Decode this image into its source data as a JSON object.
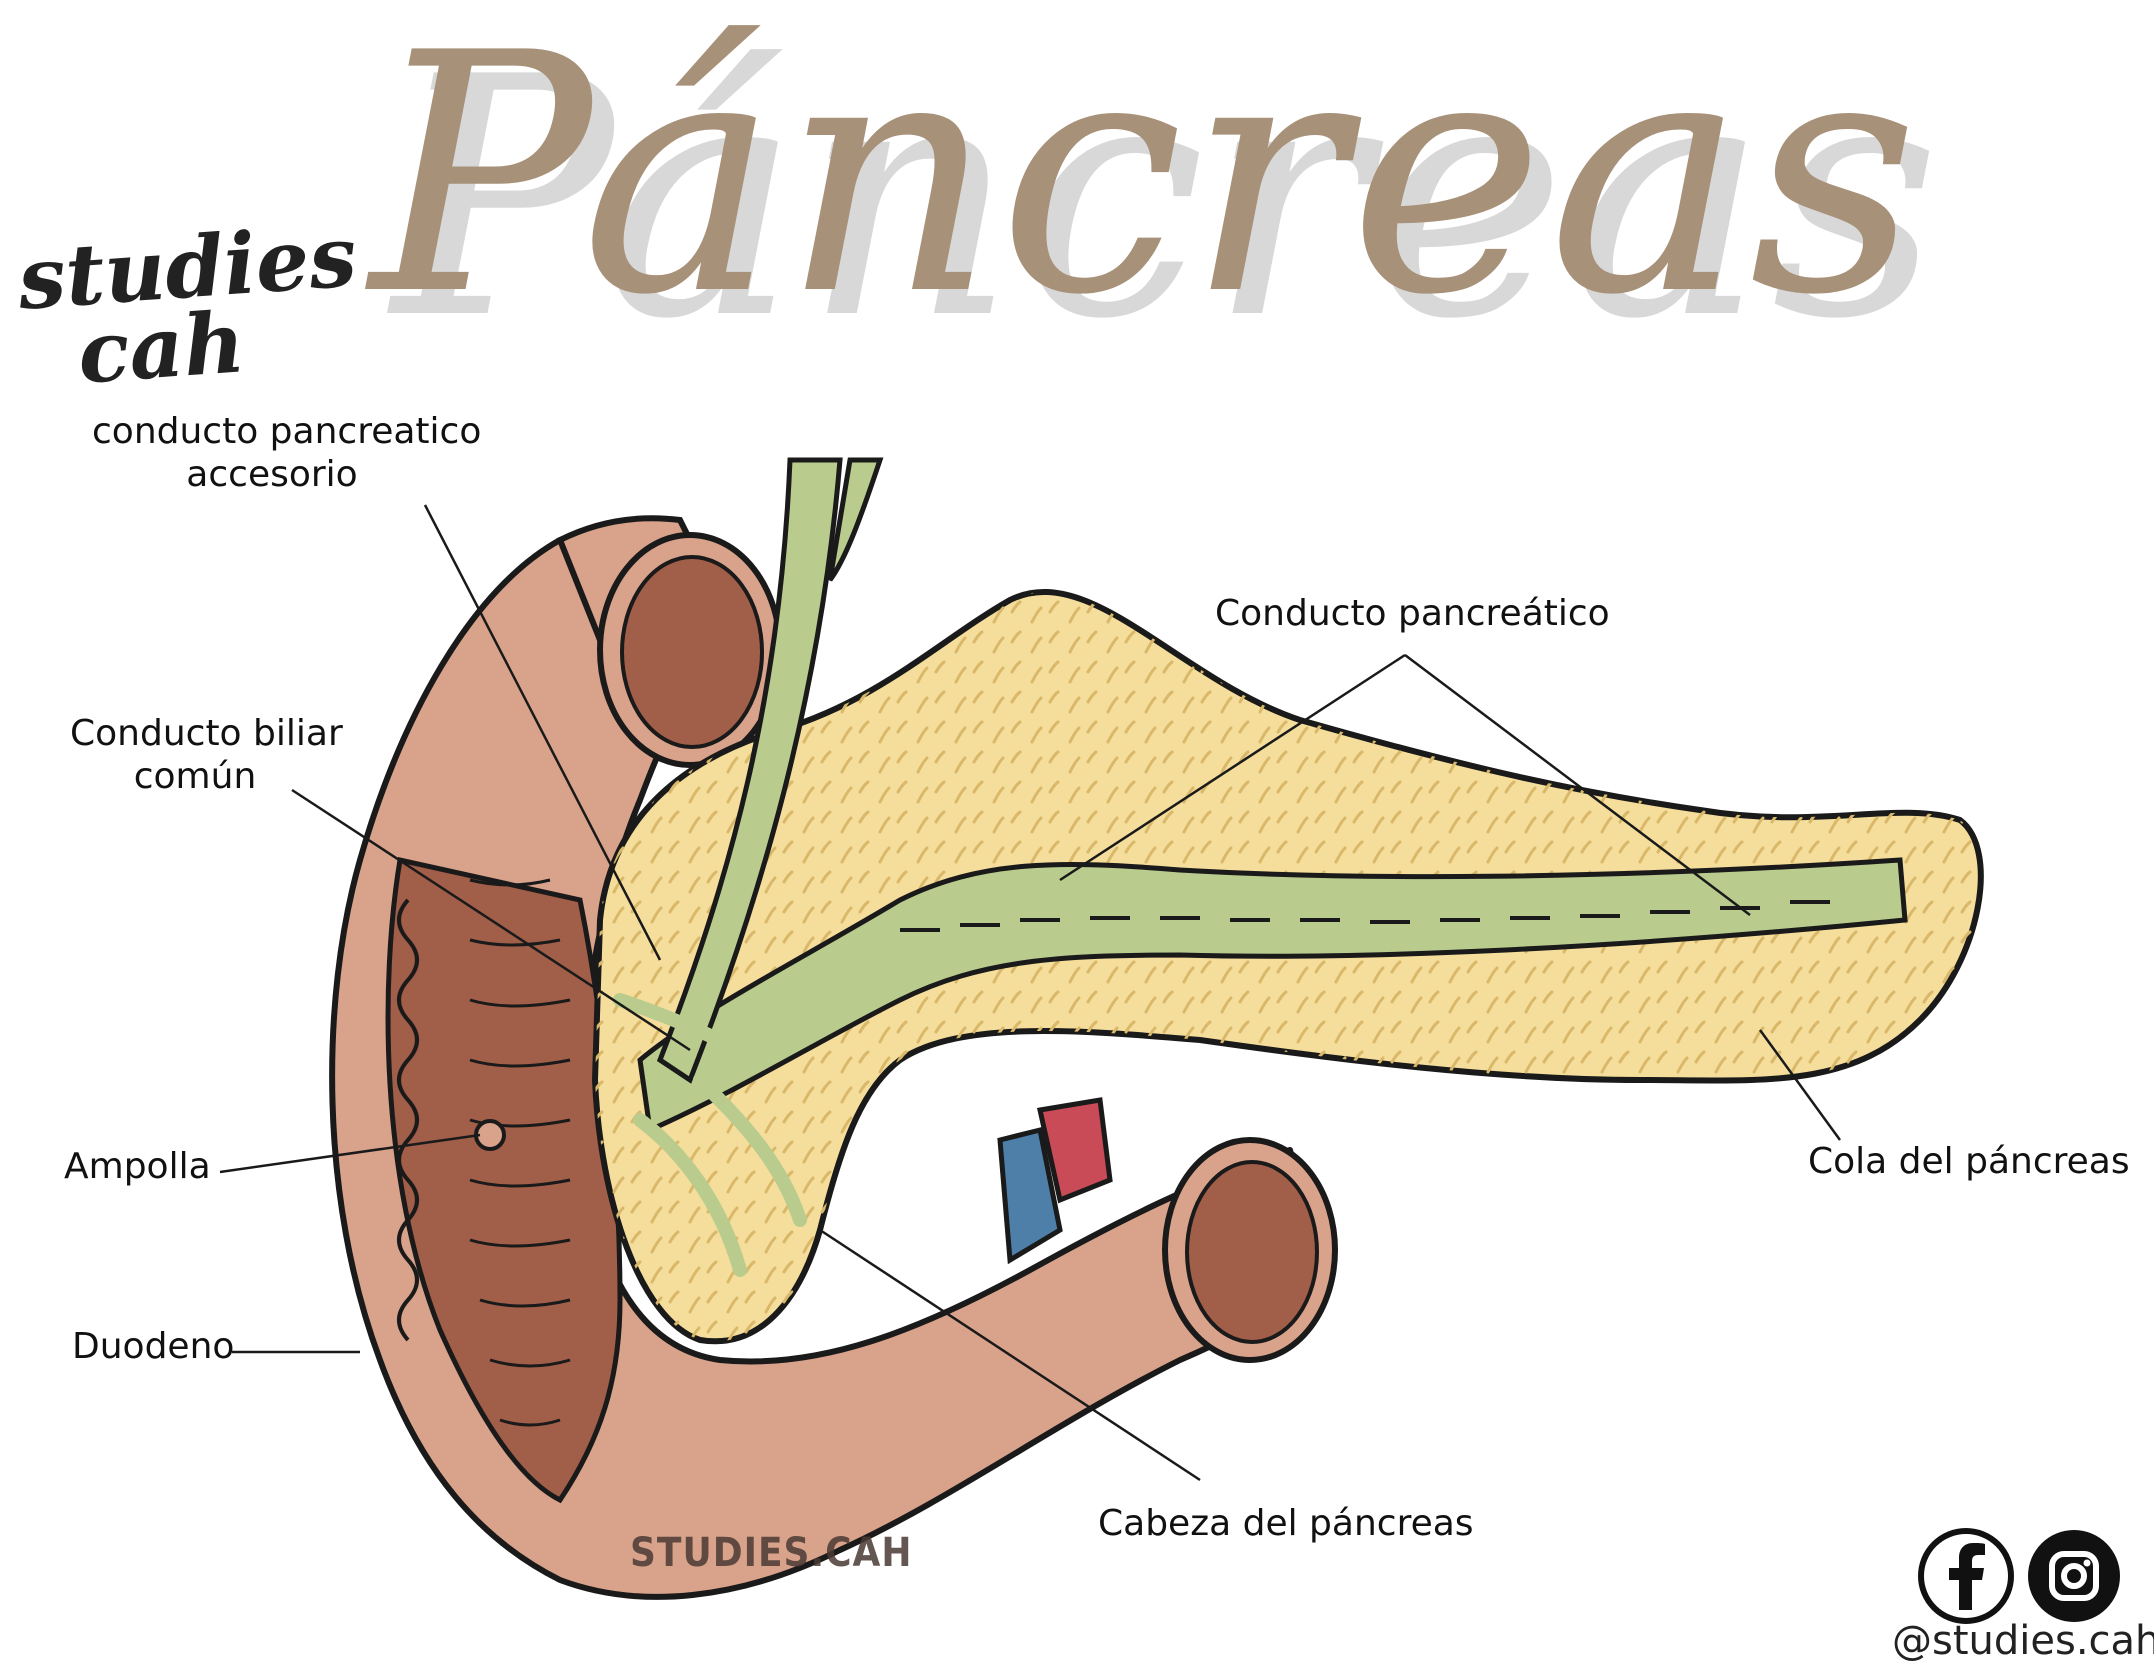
{
  "title": "Páncreas",
  "brand": {
    "line1": "studies",
    "line2": "cah"
  },
  "labels": {
    "accessory_duct_line1": "conducto pancreatico",
    "accessory_duct_line2": "accesorio",
    "pancreatic_duct": "Conducto pancreático",
    "common_bile_duct_line1": "Conducto biliar",
    "common_bile_duct_line2": "común",
    "ampulla": "Ampolla",
    "duodenum": "Duodeno",
    "tail": "Cola del páncreas",
    "head": "Cabeza del páncreas"
  },
  "watermark": "STUDIES.CAH",
  "social": {
    "handle": "@studies.cah",
    "icons": [
      "facebook-icon",
      "instagram-icon"
    ]
  },
  "colors": {
    "title": "#a89179",
    "duodenum": "#d9a28b",
    "duodenum_interior": "#a15e48",
    "pancreas": "#f5dd9b",
    "duct": "#b9cc8e",
    "artery": "#c94b57",
    "vein": "#4e7fa8",
    "outline": "#1a1a1a"
  }
}
